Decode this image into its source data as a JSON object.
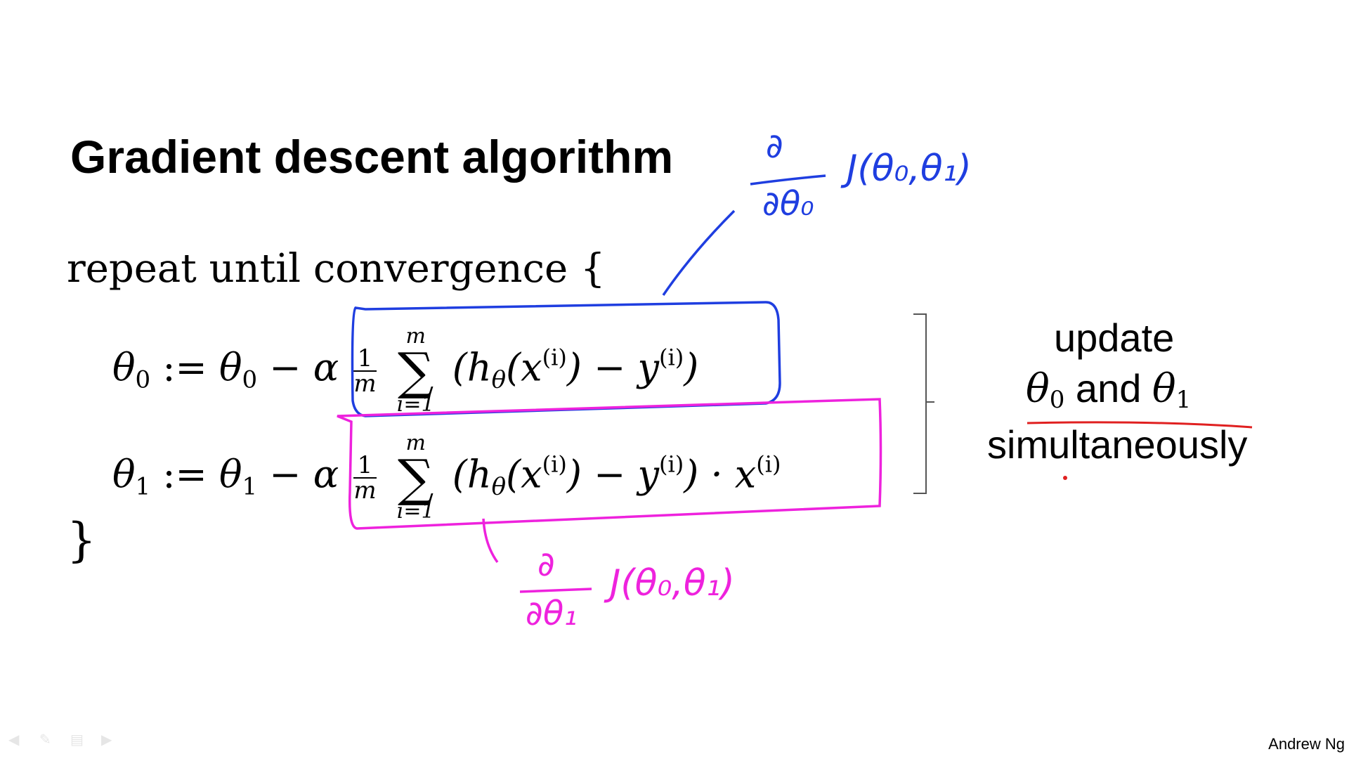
{
  "slide": {
    "title": "Gradient descent algorithm",
    "repeat_line": "repeat until convergence {",
    "closing_brace": "}",
    "equations": [
      {
        "lhs_var": "θ",
        "lhs_sub": "0",
        "assign": ":=",
        "rhs_var": "θ",
        "rhs_sub": "0",
        "minus_alpha": "− α",
        "frac_num": "1",
        "frac_den": "m",
        "sum_top": "m",
        "sum_symbol": "∑",
        "sum_bottom": "i=1",
        "body_open": "(h",
        "body_sub": "θ",
        "body_x": "(x",
        "body_sup1": "(i)",
        "body_mid": ") − y",
        "body_sup2": "(i)",
        "body_close": ")",
        "tail_x": "",
        "tail_sup": ""
      },
      {
        "lhs_var": "θ",
        "lhs_sub": "1",
        "assign": ":=",
        "rhs_var": "θ",
        "rhs_sub": "1",
        "minus_alpha": "− α",
        "frac_num": "1",
        "frac_den": "m",
        "sum_top": "m",
        "sum_symbol": "∑",
        "sum_bottom": "i=1",
        "body_open": "(h",
        "body_sub": "θ",
        "body_x": "(x",
        "body_sup1": "(i)",
        "body_mid": ") − y",
        "body_sup2": "(i)",
        "body_close": ")",
        "tail_x": "· x",
        "tail_sup": "(i)"
      }
    ],
    "side_note": {
      "line1": "update",
      "theta_a": "θ",
      "theta_a_sub": "0",
      "and": "and",
      "theta_b": "θ",
      "theta_b_sub": "1",
      "line3": "simultaneously"
    },
    "author": "Andrew Ng"
  },
  "annotations": {
    "blue": {
      "color": "#1f3ee0",
      "numerator": "∂",
      "denominator": "∂θ₀",
      "expression": "J(θ₀,θ₁)"
    },
    "pink": {
      "color": "#ee22dd",
      "numerator": "∂",
      "denominator": "∂θ₁",
      "expression": "J(θ₀,θ₁)"
    },
    "underline_color": "#e02020"
  },
  "nav_icons": [
    "back-arrow-icon",
    "pen-icon",
    "menu-icon",
    "forward-arrow-icon"
  ]
}
